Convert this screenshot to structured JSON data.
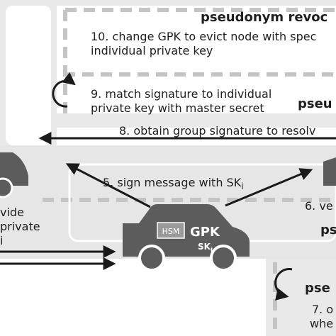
{
  "colors": {
    "road": "#e7e7e7",
    "lane": "#c6c6c6",
    "car": "#5c5c5c",
    "hsm_box": "#9a9a9a",
    "arrow": "#1a1a1a",
    "text": "#1f1f1f"
  },
  "labels": {
    "pseudonym_revocation_title": "pseudonym revoc",
    "step10_line1": "10. change GPK to evict node with spec",
    "step10_line2": "individual private key",
    "step9_line1": "9. match signature to individual",
    "step9_line2": "private key with master secret",
    "pseu_right_1": "pseu",
    "step8": "8. obtain group signature to resolv",
    "step5_prefix": "5. sign message with SK",
    "step5_sub": "i",
    "left_wide": "vide",
    "left_private": "private",
    "left_i": "i",
    "step6_partial": "6. ve",
    "ps_right": "ps",
    "car_hsm": "HSM",
    "car_gpk": "GPK",
    "car_sk": "SK",
    "car_sk_sub": "i",
    "pse_bottom": "pse",
    "step7_partial": "7. o",
    "whe_partial": "whe"
  }
}
